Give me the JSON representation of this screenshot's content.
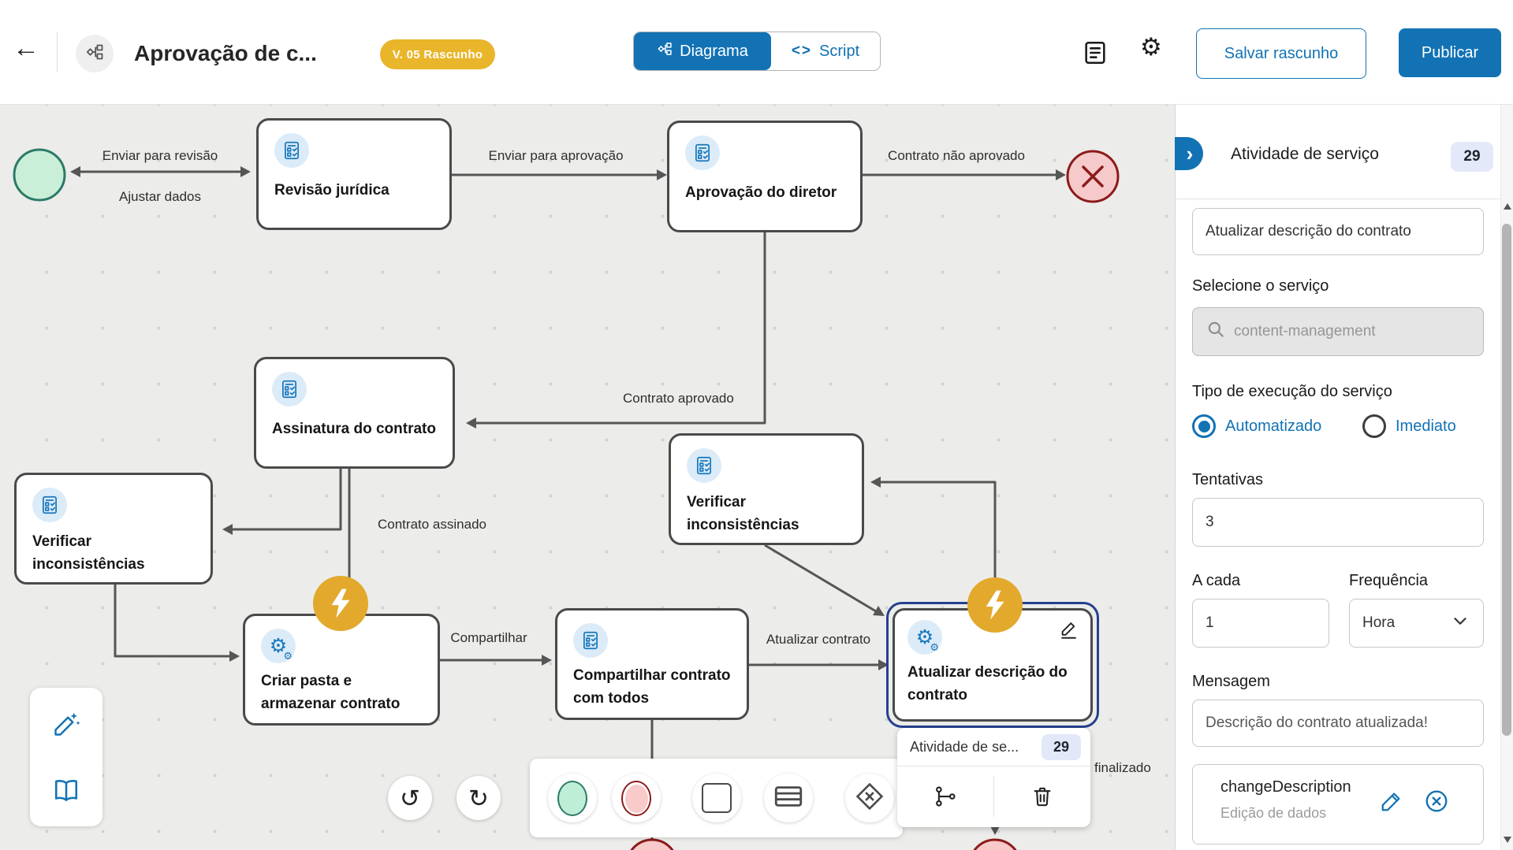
{
  "header": {
    "back_icon": "←",
    "title": "Aprovação de c...",
    "version_badge": "V. 05 Rascunho",
    "tab_diagram": "Diagrama",
    "tab_script": "Script",
    "script_icon": "<>",
    "gear_icon": "⚙",
    "save_draft": "Salvar rascunho",
    "publish": "Publicar"
  },
  "canvas": {
    "nodes": {
      "revisao": "Revisão jurídica",
      "aprovacao": "Aprovação do diretor",
      "assinatura": "Assinatura do contrato",
      "verificar_left": "Verificar inconsistências",
      "verificar_mid": "Verificar inconsistências",
      "criar_pasta": "Criar pasta e armazenar contrato",
      "compartilhar": "Compartilhar contrato com todos",
      "atualizar": "Atualizar descrição do contrato"
    },
    "edge_labels": {
      "enviar_revisao": "Enviar para revisão",
      "ajustar_dados": "Ajustar dados",
      "enviar_aprovacao": "Enviar para aprovação",
      "contrato_nao_aprovado": "Contrato não aprovado",
      "contrato_aprovado": "Contrato aprovado",
      "contrato_assinado": "Contrato assinado",
      "compartilhar": "Compartilhar",
      "atualizar_contrato": "Atualizar contrato",
      "finalizado": "finalizado"
    },
    "popup": {
      "title": "Atividade de se...",
      "badge": "29"
    },
    "undo_icon": "↺",
    "redo_icon": "↻",
    "gear_icon": "⚙"
  },
  "panel": {
    "collapse_icon": "›",
    "title": "Atividade de serviço",
    "badge": "29",
    "name_value": "Atualizar descrição do contrato",
    "service_label": "Selecione o serviço",
    "service_value": "content-management",
    "exec_label": "Tipo de execução do serviço",
    "radio_automated": "Automatizado",
    "radio_immediate": "Imediato",
    "attempts_label": "Tentativas",
    "attempts_value": "3",
    "every_label": "A cada",
    "every_value": "1",
    "frequency_label": "Frequência",
    "frequency_value": "Hora",
    "message_label": "Mensagem",
    "message_value": "Descrição do contrato atualizada!",
    "action_title": "changeDescription",
    "action_subtitle": "Edição de dados"
  },
  "colors": {
    "accent": "#1272b4",
    "node_border": "#4a4a4a",
    "edge": "#565656",
    "start_fill": "#c9efd8",
    "start_stroke": "#2c7a68",
    "end_fill": "#f6caca",
    "end_stroke": "#8c1b1b",
    "automation_badge": "#e2a92d",
    "version_badge": "#e9b52a"
  }
}
